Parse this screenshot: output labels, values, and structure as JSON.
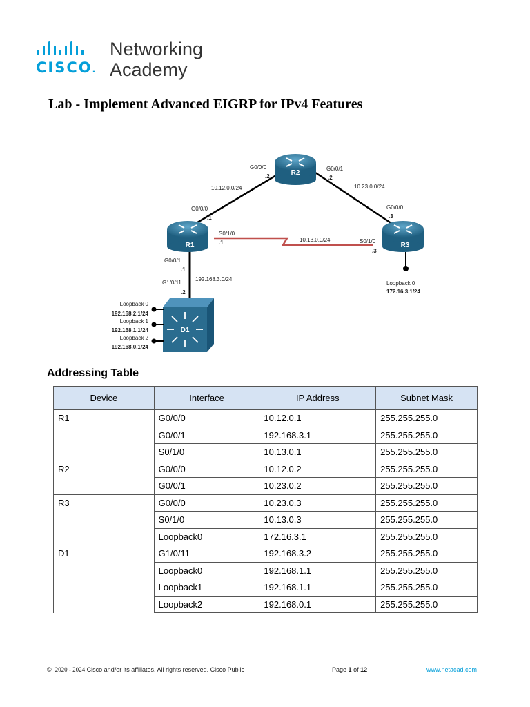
{
  "logo": {
    "brand": "CISCO",
    "line1": "Networking",
    "line2": "Academy"
  },
  "title": "Lab - Implement Advanced EIGRP for IPv4 Features",
  "topology": {
    "devices": {
      "r1": "R1",
      "r2": "R2",
      "r3": "R3",
      "d1": "D1"
    },
    "labels": {
      "r2_g000": "G0/0/0",
      "r2_g000_ip": ".2",
      "r2_g001": "G0/0/1",
      "r2_g001_ip": ".2",
      "net_12": "10.12.0.0/24",
      "net_23": "10.23.0.0/24",
      "r1_g000": "G0/0/0",
      "r1_g000_ip": ".1",
      "r3_g000": "G0/0/0",
      "r3_g000_ip": ".3",
      "r1_s010": "S0/1/0",
      "r1_s010_ip": ".1",
      "net_13": "10.13.0.0/24",
      "r3_s010": "S0/1/0",
      "r3_s010_ip": ".3",
      "r1_g001": "G0/0/1",
      "r1_g001_ip": ".1",
      "net_3": "192.168.3.0/24",
      "d1_g1011": "G1/0/11",
      "d1_g1011_ip": ".2",
      "r3_lo0": "Loopback 0",
      "r3_lo0_ip": "172.16.3.1/24",
      "d1_lo0": "Loopback 0",
      "d1_lo0_ip": "192.168.2.1/24",
      "d1_lo1": "Loopback 1",
      "d1_lo1_ip": "192.168.1.1/24",
      "d1_lo2": "Loopback 2",
      "d1_lo2_ip": "192.168.0.1/24"
    }
  },
  "addressing": {
    "title": "Addressing Table",
    "headers": [
      "Device",
      "Interface",
      "IP Address",
      "Subnet Mask"
    ],
    "rows": [
      {
        "device": "R1",
        "interface": "G0/0/0",
        "ip": "10.12.0.1",
        "mask": "255.255.255.0"
      },
      {
        "device": "",
        "interface": "G0/0/1",
        "ip": "192.168.3.1",
        "mask": "255.255.255.0"
      },
      {
        "device": "",
        "interface": "S0/1/0",
        "ip": "10.13.0.1",
        "mask": "255.255.255.0"
      },
      {
        "device": "R2",
        "interface": "G0/0/0",
        "ip": "10.12.0.2",
        "mask": "255.255.255.0"
      },
      {
        "device": "",
        "interface": "G0/0/1",
        "ip": "10.23.0.2",
        "mask": "255.255.255.0"
      },
      {
        "device": "R3",
        "interface": "G0/0/0",
        "ip": "10.23.0.3",
        "mask": "255.255.255.0"
      },
      {
        "device": "",
        "interface": "S0/1/0",
        "ip": "10.13.0.3",
        "mask": "255.255.255.0"
      },
      {
        "device": "",
        "interface": "Loopback0",
        "ip": "172.16.3.1",
        "mask": "255.255.255.0"
      },
      {
        "device": "D1",
        "interface": "G1/0/11",
        "ip": "192.168.3.2",
        "mask": "255.255.255.0"
      },
      {
        "device": "",
        "interface": "Loopback0",
        "ip": "192.168.1.1",
        "mask": "255.255.255.0"
      },
      {
        "device": "",
        "interface": "Loopback1",
        "ip": "192.168.1.1",
        "mask": "255.255.255.0"
      },
      {
        "device": "",
        "interface": "Loopback2",
        "ip": "192.168.0.1",
        "mask": "255.255.255.0"
      }
    ]
  },
  "footer": {
    "symbol": "©",
    "years": "2020 - 2024",
    "copyright": "Cisco and/or its affiliates. All rights reserved. Cisco Public",
    "page_prefix": "Page",
    "page_num": "1",
    "page_of": "of",
    "page_total": "12",
    "website": "www.netacad.com"
  },
  "colors": {
    "brand": "#049fd9",
    "router": "#2a6c8f",
    "header_bg": "#d6e3f3",
    "serial_link": "#c0504d"
  }
}
